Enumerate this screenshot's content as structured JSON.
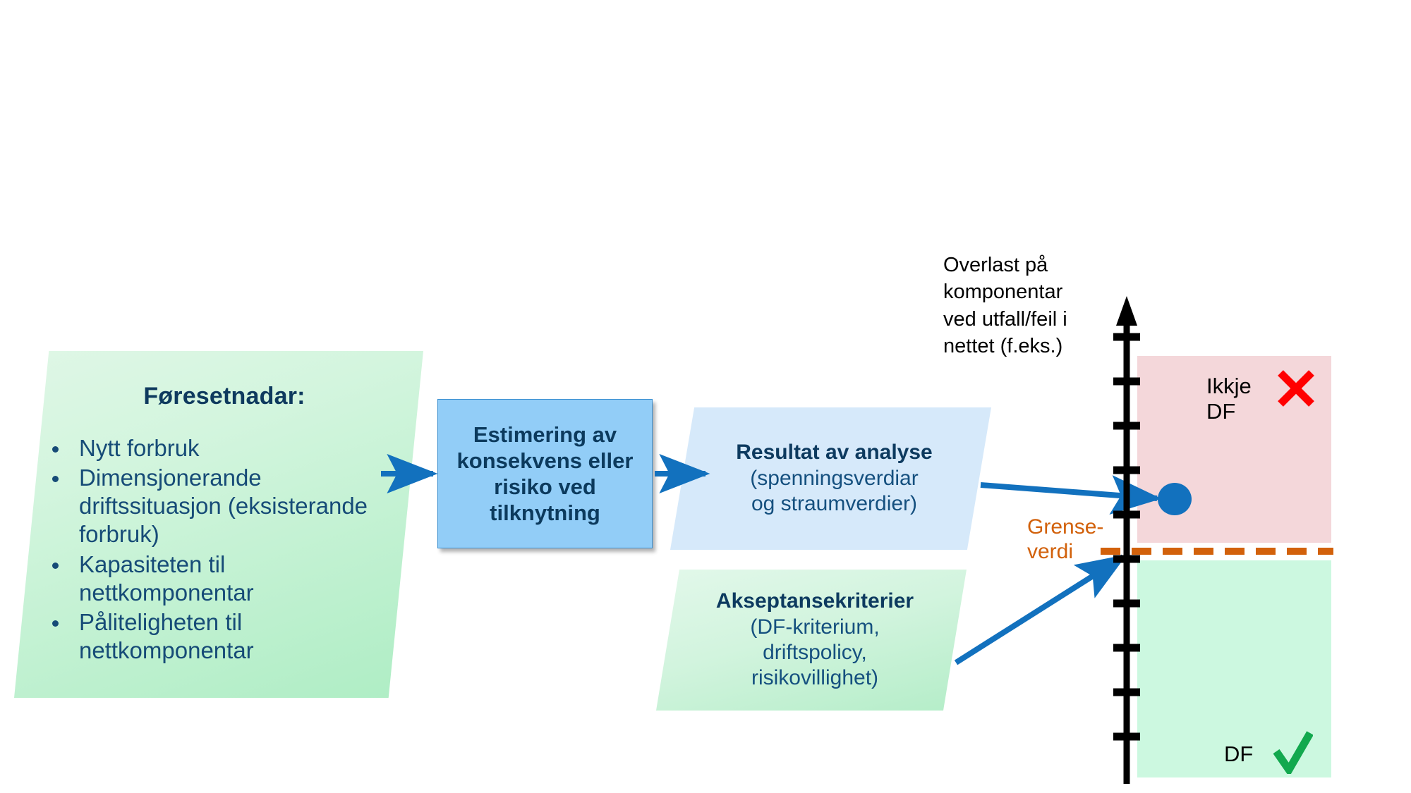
{
  "assumptions": {
    "title": "Føresetnadar:",
    "items": [
      "Nytt forbruk",
      "Dimensjonerande driftssituasjon (eksisterande forbruk)",
      "Kapasiteten til nettkomponentar",
      "Påliteligheten til nettkomponentar"
    ]
  },
  "estimation": {
    "label": "Estimering av konsekvens eller risiko ved tilknytning"
  },
  "result": {
    "title": "Resultat av analyse",
    "line2": "(spenningsverdiar",
    "line3": "og straumverdier)"
  },
  "criteria": {
    "title": "Akseptansekriterier",
    "line2": "(DF-kriterium,",
    "line3": "driftspolicy,",
    "line4": "risikovillighet)"
  },
  "axis": {
    "caption_line1": "Overlast på",
    "caption_line2": "komponentar",
    "caption_line3": "ved utfall/feil i",
    "caption_line4": "nettet (f.eks.)",
    "tick_count": 11,
    "arrow_direction": "up"
  },
  "zones": {
    "reject_label_line1": "Ikkje",
    "reject_label_line2": "DF",
    "accept_label": "DF",
    "reject_icon": "red-x-icon",
    "accept_icon": "green-check-icon",
    "reject_color": "#F4D7DA",
    "accept_color": "#CCF8E0"
  },
  "threshold": {
    "label_line1": "Grense-",
    "label_line2": "verdi",
    "color": "#D2610B",
    "style": "dashed"
  },
  "marker": {
    "name": "result-data-point",
    "color": "#1271BE"
  },
  "colors": {
    "arrow_blue": "#1271BE",
    "estimation_fill": "#92CDF7",
    "result_fill": "#D6E9FA",
    "text_navy": "#0D3A5F",
    "x_red": "#FF0000",
    "check_green": "#12A84E"
  }
}
